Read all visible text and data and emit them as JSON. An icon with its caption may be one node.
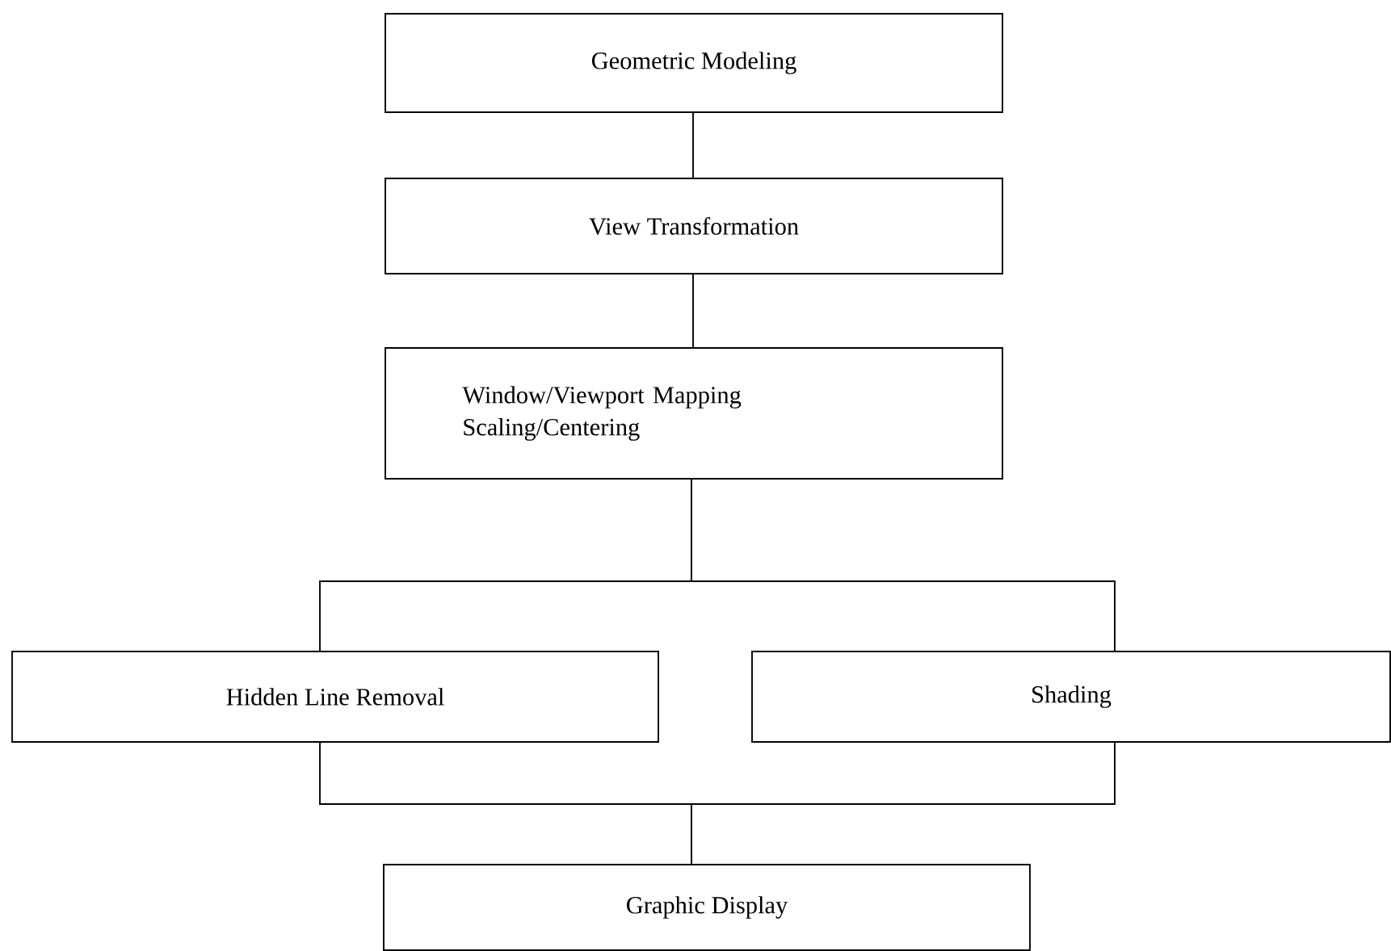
{
  "diagram": {
    "nodes": [
      {
        "text": [
          "Geometric Modeling"
        ]
      },
      {
        "text": [
          "View Transformation"
        ]
      },
      {
        "text": [
          "Window/Viewport Mapping Scaling/Centering"
        ]
      },
      {
        "text": [
          "Hidden Line Removal"
        ]
      },
      {
        "text": [
          "Shading"
        ]
      },
      {
        "text": [
          "Graphic Display"
        ]
      }
    ],
    "edges": [
      {
        "from": 0,
        "to": 1,
        "arrow": "none"
      },
      {
        "from": 1,
        "to": 2,
        "arrow": "none"
      },
      {
        "from": 2,
        "to": 3,
        "arrow": "none"
      },
      {
        "from": 2,
        "to": 4,
        "arrow": "none"
      },
      {
        "from": 3,
        "to": 5,
        "arrow": "none"
      },
      {
        "from": 4,
        "to": 5,
        "arrow": "none"
      }
    ]
  }
}
